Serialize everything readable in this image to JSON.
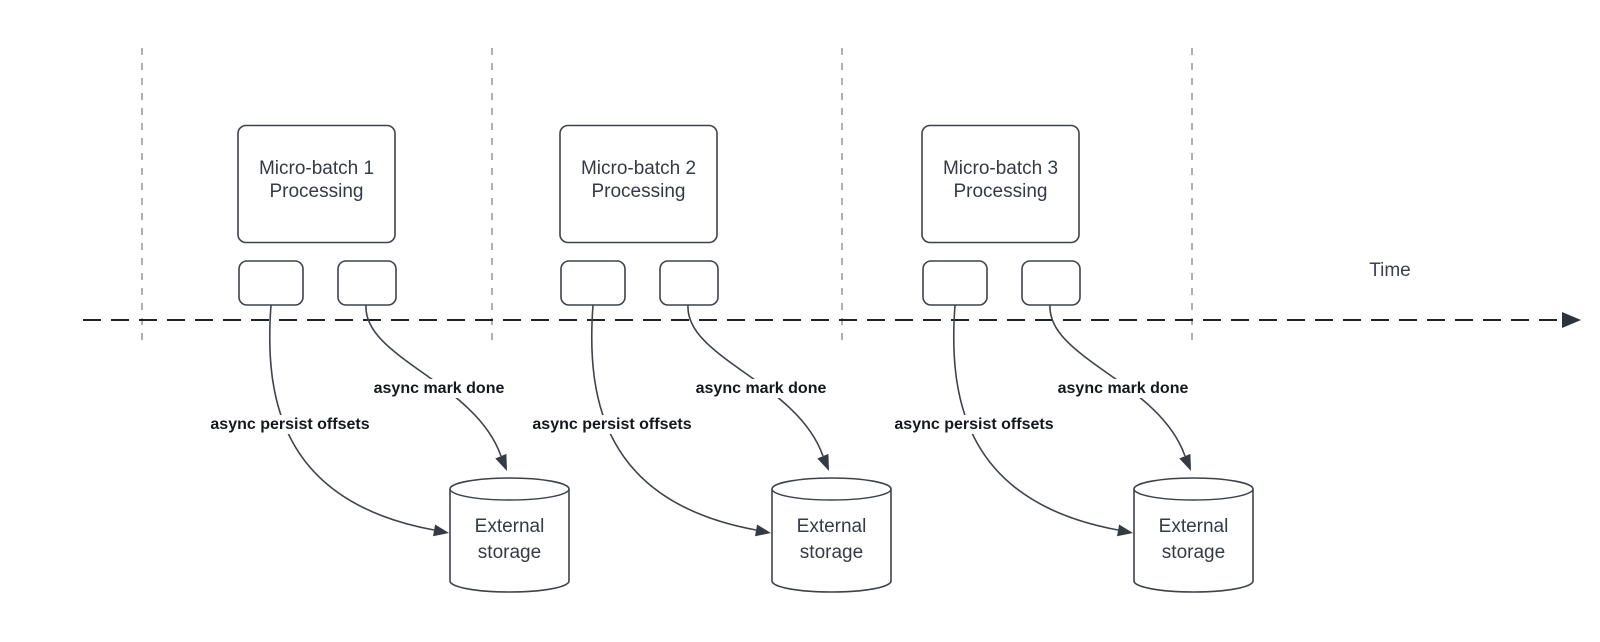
{
  "diagram": {
    "time_axis_label": "Time",
    "groups": [
      {
        "box_label": "Micro-batch 1\nProcessing",
        "persist_label": "async persist offsets",
        "done_label": "async mark done",
        "storage_label": "External\nstorage"
      },
      {
        "box_label": "Micro-batch 2\nProcessing",
        "persist_label": "async persist offsets",
        "done_label": "async mark done",
        "storage_label": "External\nstorage"
      },
      {
        "box_label": "Micro-batch 3\nProcessing",
        "persist_label": "async persist offsets",
        "done_label": "async mark done",
        "storage_label": "External\nstorage"
      }
    ],
    "colors": {
      "shape_stroke": "#3d424b",
      "shape_fill": "#ffffff",
      "text": "#353b44",
      "bold_label_text": "#15181c",
      "axis": "#1e2228",
      "guide_line": "#92969b"
    }
  }
}
